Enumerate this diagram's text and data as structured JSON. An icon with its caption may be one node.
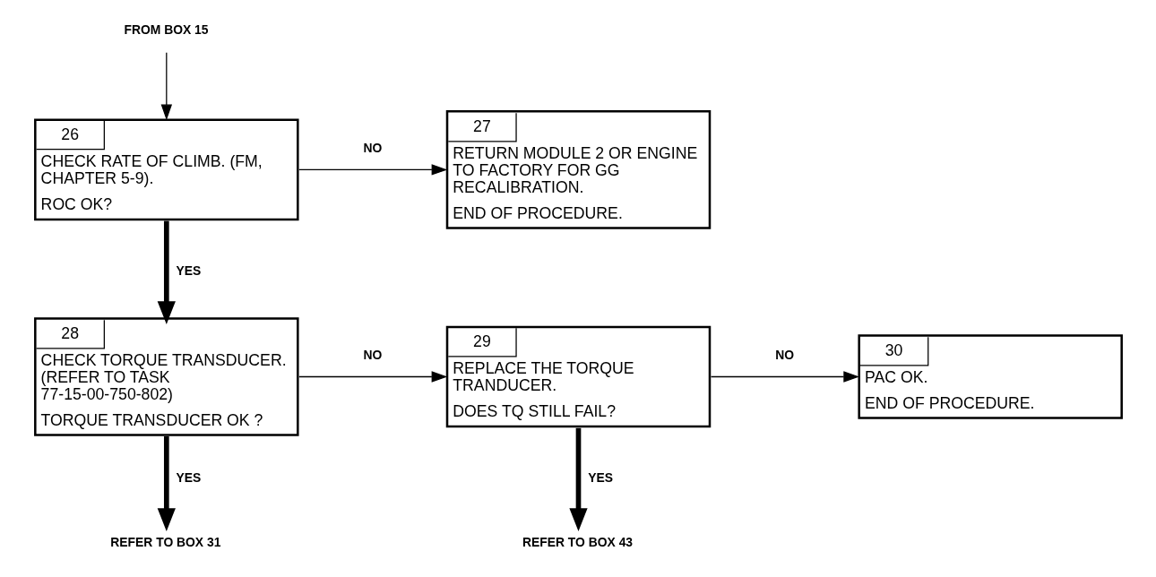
{
  "diagram": {
    "nodes": [
      {
        "text": [
          "FROM BOX 15"
        ]
      },
      {
        "text": [
          "26",
          "CHECK RATE OF CLIMB. (FM, CHAPTER 5-9).",
          "ROC OK?"
        ]
      },
      {
        "text": [
          "27",
          "RETURN MODULE 2 OR ENGINE TO FACTORY FOR GG RECALIBRATION.",
          "END OF PROCEDURE."
        ]
      },
      {
        "text": [
          "28",
          "CHECK TORQUE TRANSDUCER. (REFER TO TASK  77-15-00-750-802)",
          "TORQUE TRANSDUCER OK ?"
        ]
      },
      {
        "text": [
          "29",
          "REPLACE THE TORQUE TRANDUCER.",
          "DOES TQ STILL FAIL?"
        ]
      },
      {
        "text": [
          "30",
          "PAC OK.",
          "END OF PROCEDURE."
        ]
      },
      {
        "text": [
          "REFER TO BOX 31"
        ]
      },
      {
        "text": [
          "REFER TO BOX 43"
        ]
      }
    ],
    "edges": [
      {
        "from": 0,
        "to": 1,
        "arrow": "to"
      },
      {
        "from": 1,
        "to": 2,
        "arrow": "to",
        "label": "NO"
      },
      {
        "from": 1,
        "to": 3,
        "arrow": "to",
        "label": "YES",
        "style": "thick"
      },
      {
        "from": 3,
        "to": 4,
        "arrow": "to",
        "label": "NO"
      },
      {
        "from": 4,
        "to": 5,
        "arrow": "to",
        "label": "NO"
      },
      {
        "from": 3,
        "to": 6,
        "arrow": "to",
        "label": "YES",
        "style": "thick"
      },
      {
        "from": 4,
        "to": 7,
        "arrow": "to",
        "label": "YES",
        "style": "thick"
      }
    ]
  }
}
